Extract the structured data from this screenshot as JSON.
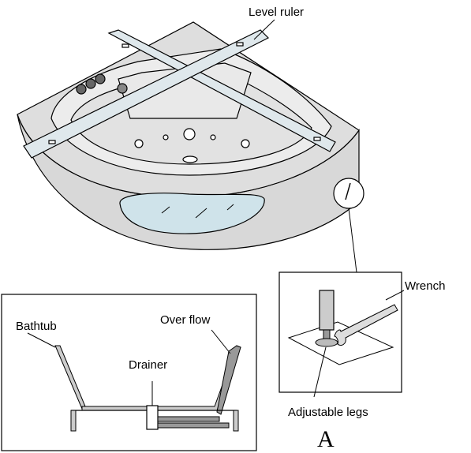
{
  "labels": {
    "level_ruler": "Level ruler",
    "wrench": "Wrench",
    "bathtub": "Bathtub",
    "over_flow": "Over flow",
    "drainer": "Drainer",
    "adjustable_legs": "Adjustable legs",
    "figure_letter": "A"
  },
  "colors": {
    "tub_body": "#d8d8d8",
    "tub_inner": "#e6e6e6",
    "ruler": "#dfe8ec",
    "glass": "#cfe3ea",
    "line": "#000000"
  }
}
